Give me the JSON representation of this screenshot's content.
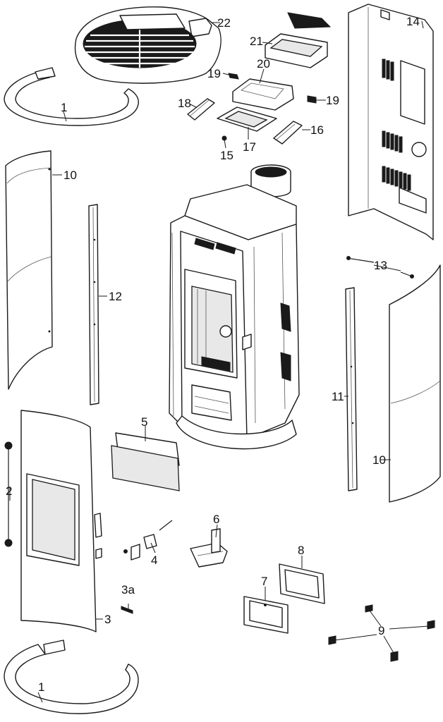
{
  "diagram": {
    "labels": [
      {
        "id": "1a",
        "text": "1"
      },
      {
        "id": "1b",
        "text": "1"
      },
      {
        "id": "2",
        "text": "2"
      },
      {
        "id": "3",
        "text": "3"
      },
      {
        "id": "3a",
        "text": "3a"
      },
      {
        "id": "4",
        "text": "4"
      },
      {
        "id": "5",
        "text": "5"
      },
      {
        "id": "6",
        "text": "6"
      },
      {
        "id": "7",
        "text": "7"
      },
      {
        "id": "8",
        "text": "8"
      },
      {
        "id": "9",
        "text": "9"
      },
      {
        "id": "10a",
        "text": "10"
      },
      {
        "id": "10b",
        "text": "10"
      },
      {
        "id": "11",
        "text": "11"
      },
      {
        "id": "12",
        "text": "12"
      },
      {
        "id": "13",
        "text": "13"
      },
      {
        "id": "14",
        "text": "14"
      },
      {
        "id": "15",
        "text": "15"
      },
      {
        "id": "16",
        "text": "16"
      },
      {
        "id": "17",
        "text": "17"
      },
      {
        "id": "18",
        "text": "18"
      },
      {
        "id": "19a",
        "text": "19"
      },
      {
        "id": "19b",
        "text": "19"
      },
      {
        "id": "20",
        "text": "20"
      },
      {
        "id": "21",
        "text": "21"
      },
      {
        "id": "22",
        "text": "22"
      }
    ]
  }
}
